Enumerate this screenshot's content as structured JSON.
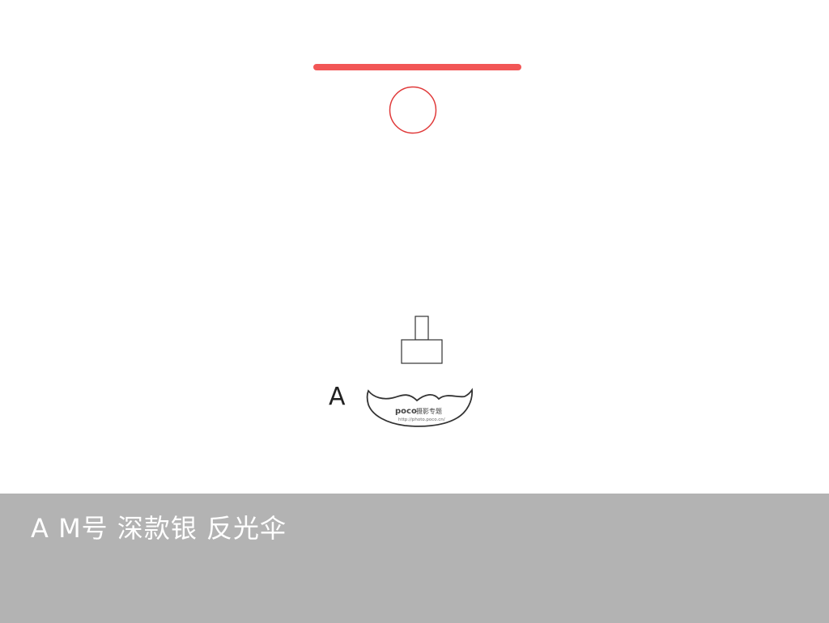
{
  "diagram": {
    "label_a": "A",
    "watermark_brand": "poco",
    "watermark_title": "摄影专题",
    "watermark_url": "http://photo.poco.cn/",
    "colors": {
      "bar": "#f25656",
      "circle": "#e03a3a",
      "outline": "#333333"
    }
  },
  "caption": {
    "text": "A M号 深款银 反光伞"
  }
}
